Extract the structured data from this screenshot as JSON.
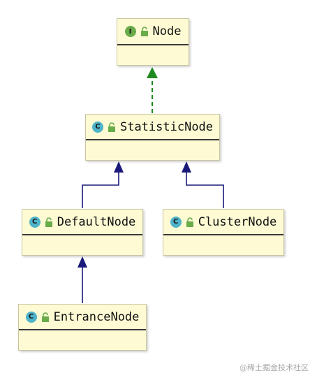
{
  "nodes": [
    {
      "name": "Node",
      "kind": "I"
    },
    {
      "name": "StatisticNode",
      "kind": "C"
    },
    {
      "name": "DefaultNode",
      "kind": "C"
    },
    {
      "name": "ClusterNode",
      "kind": "C"
    },
    {
      "name": "EntranceNode",
      "kind": "C"
    }
  ],
  "edges": [
    {
      "from": "StatisticNode",
      "to": "Node",
      "type": "implements",
      "color": "#1f8a1f"
    },
    {
      "from": "DefaultNode",
      "to": "StatisticNode",
      "type": "extends",
      "color": "#1a1a7a"
    },
    {
      "from": "ClusterNode",
      "to": "StatisticNode",
      "type": "extends",
      "color": "#1a1a7a"
    },
    {
      "from": "EntranceNode",
      "to": "DefaultNode",
      "type": "extends",
      "color": "#1a1a7a"
    }
  ],
  "colors": {
    "box_fill": "#fefbd4",
    "class_badge": "#4fb3c9",
    "interface_badge": "#6aac4a"
  },
  "watermark": "@稀土掘金技术社区"
}
